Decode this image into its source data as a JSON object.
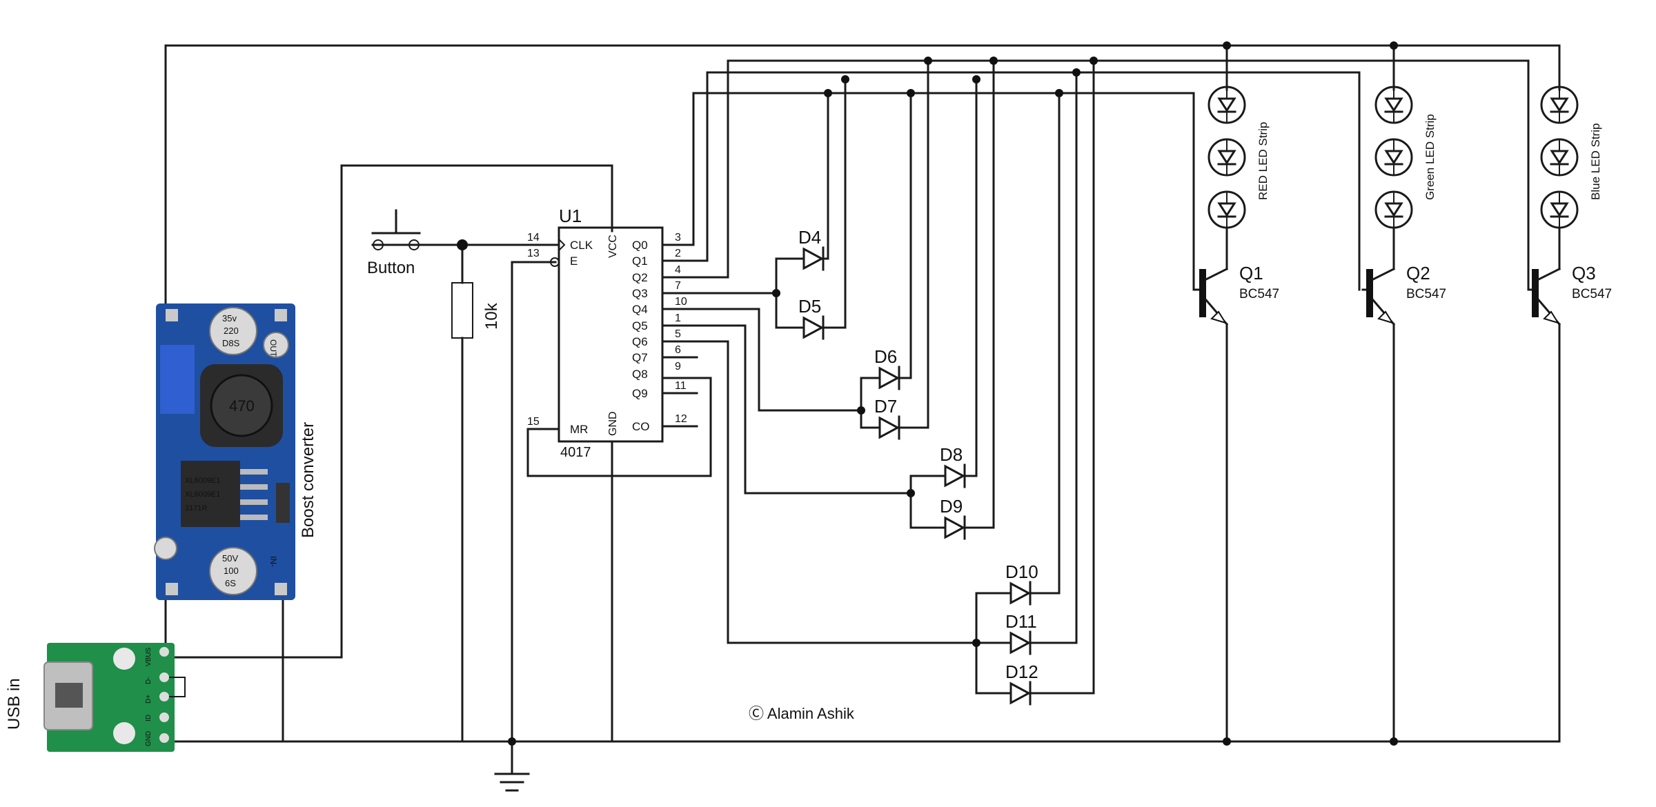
{
  "ic": {
    "ref": "U1",
    "part": "4017",
    "pins_left": [
      {
        "num": "14",
        "name": "CLK"
      },
      {
        "num": "13",
        "name": "E"
      },
      {
        "num": "15",
        "name": "MR"
      }
    ],
    "pins_right": [
      {
        "num": "3",
        "name": "Q0"
      },
      {
        "num": "2",
        "name": "Q1"
      },
      {
        "num": "4",
        "name": "Q2"
      },
      {
        "num": "7",
        "name": "Q3"
      },
      {
        "num": "10",
        "name": "Q4"
      },
      {
        "num": "1",
        "name": "Q5"
      },
      {
        "num": "5",
        "name": "Q6"
      },
      {
        "num": "6",
        "name": "Q7"
      },
      {
        "num": "9",
        "name": "Q8"
      },
      {
        "num": "11",
        "name": "Q9"
      },
      {
        "num": "12",
        "name": "CO"
      }
    ],
    "vcc": "VCC",
    "gnd": "GND"
  },
  "button_label": "Button",
  "resistor_label": "10k",
  "diodes": [
    "D4",
    "D5",
    "D6",
    "D7",
    "D8",
    "D9",
    "D10",
    "D11",
    "D12"
  ],
  "transistors": [
    {
      "ref": "Q1",
      "part": "BC547",
      "strip": "RED LED Strip"
    },
    {
      "ref": "Q2",
      "part": "BC547",
      "strip": "Green LED Strip"
    },
    {
      "ref": "Q3",
      "part": "BC547",
      "strip": "Blue LED Strip"
    }
  ],
  "boost": {
    "label": "Boost converter",
    "cap_top": [
      "35v",
      "220",
      "D8S"
    ],
    "inductor": "470",
    "chip": [
      "XL6009E1",
      "XL6009E1",
      "3171R"
    ],
    "cap_bottom": [
      "50V",
      "100",
      "6S"
    ],
    "out_label": "OUT",
    "in_label": "IN-"
  },
  "usb": {
    "label": "USB in",
    "pins": [
      "VBUS",
      "D-",
      "D+",
      "ID",
      "GND"
    ]
  },
  "credit": "Ⓒ Alamin Ashik"
}
